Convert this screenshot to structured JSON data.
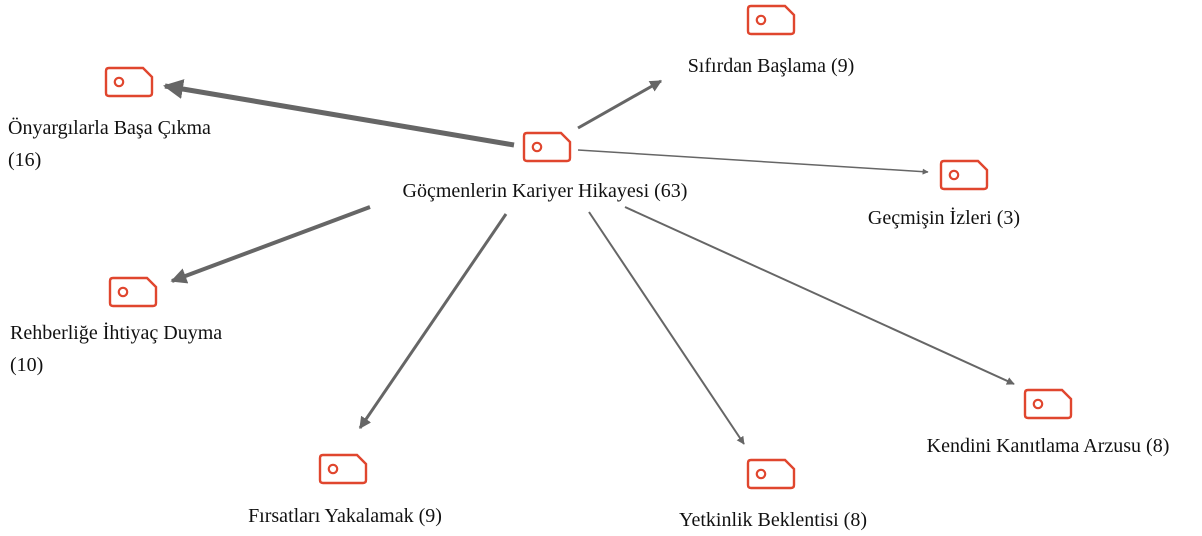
{
  "colors": {
    "node": "#e0462e",
    "edge": "#666666",
    "label": "#111111"
  },
  "icon": "tag-node-icon",
  "diagram": {
    "center": {
      "id": "center",
      "lines": [
        "Göçmenlerin Kariyer Hikayesi (63)"
      ]
    },
    "children": [
      {
        "id": "sifirdan",
        "lines": [
          "Sıfırdan Başlama (9)"
        ],
        "weight": 9
      },
      {
        "id": "onyargi",
        "lines": [
          "Önyargılarla Başa Çıkma",
          "(16)"
        ],
        "weight": 16
      },
      {
        "id": "gecmis",
        "lines": [
          "Geçmişin İzleri (3)"
        ],
        "weight": 3
      },
      {
        "id": "rehberlik",
        "lines": [
          "Rehberliğe İhtiyaç Duyma",
          "(10)"
        ],
        "weight": 10
      },
      {
        "id": "firsat",
        "lines": [
          "Fırsatları Yakalamak (9)"
        ],
        "weight": 9
      },
      {
        "id": "yetkinlik",
        "lines": [
          "Yetkinlik Beklentisi (8)"
        ],
        "weight": 8
      },
      {
        "id": "kendini",
        "lines": [
          "Kendini Kanıtlama Arzusu (8)"
        ],
        "weight": 8
      }
    ]
  }
}
